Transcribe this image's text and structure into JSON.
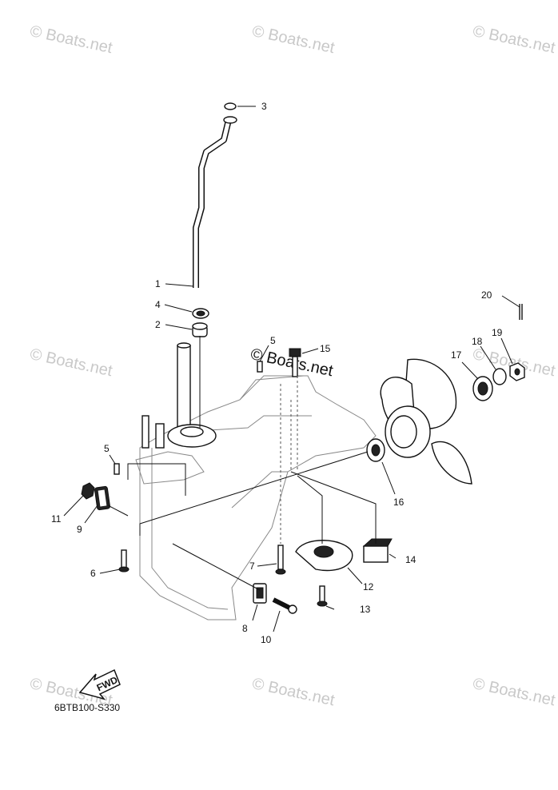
{
  "watermark": "© Boats.net",
  "diagram_code": "6BTB100-S330",
  "fwd_label": "FWD",
  "callouts": {
    "c1": "1",
    "c2": "2",
    "c3": "3",
    "c4": "4",
    "c5a": "5",
    "c5b": "5",
    "c6": "6",
    "c7": "7",
    "c8": "8",
    "c9": "9",
    "c10": "10",
    "c11": "11",
    "c12": "12",
    "c13": "13",
    "c14": "14",
    "c15": "15",
    "c16": "16",
    "c17": "17",
    "c18": "18",
    "c19": "19",
    "c20": "20"
  }
}
